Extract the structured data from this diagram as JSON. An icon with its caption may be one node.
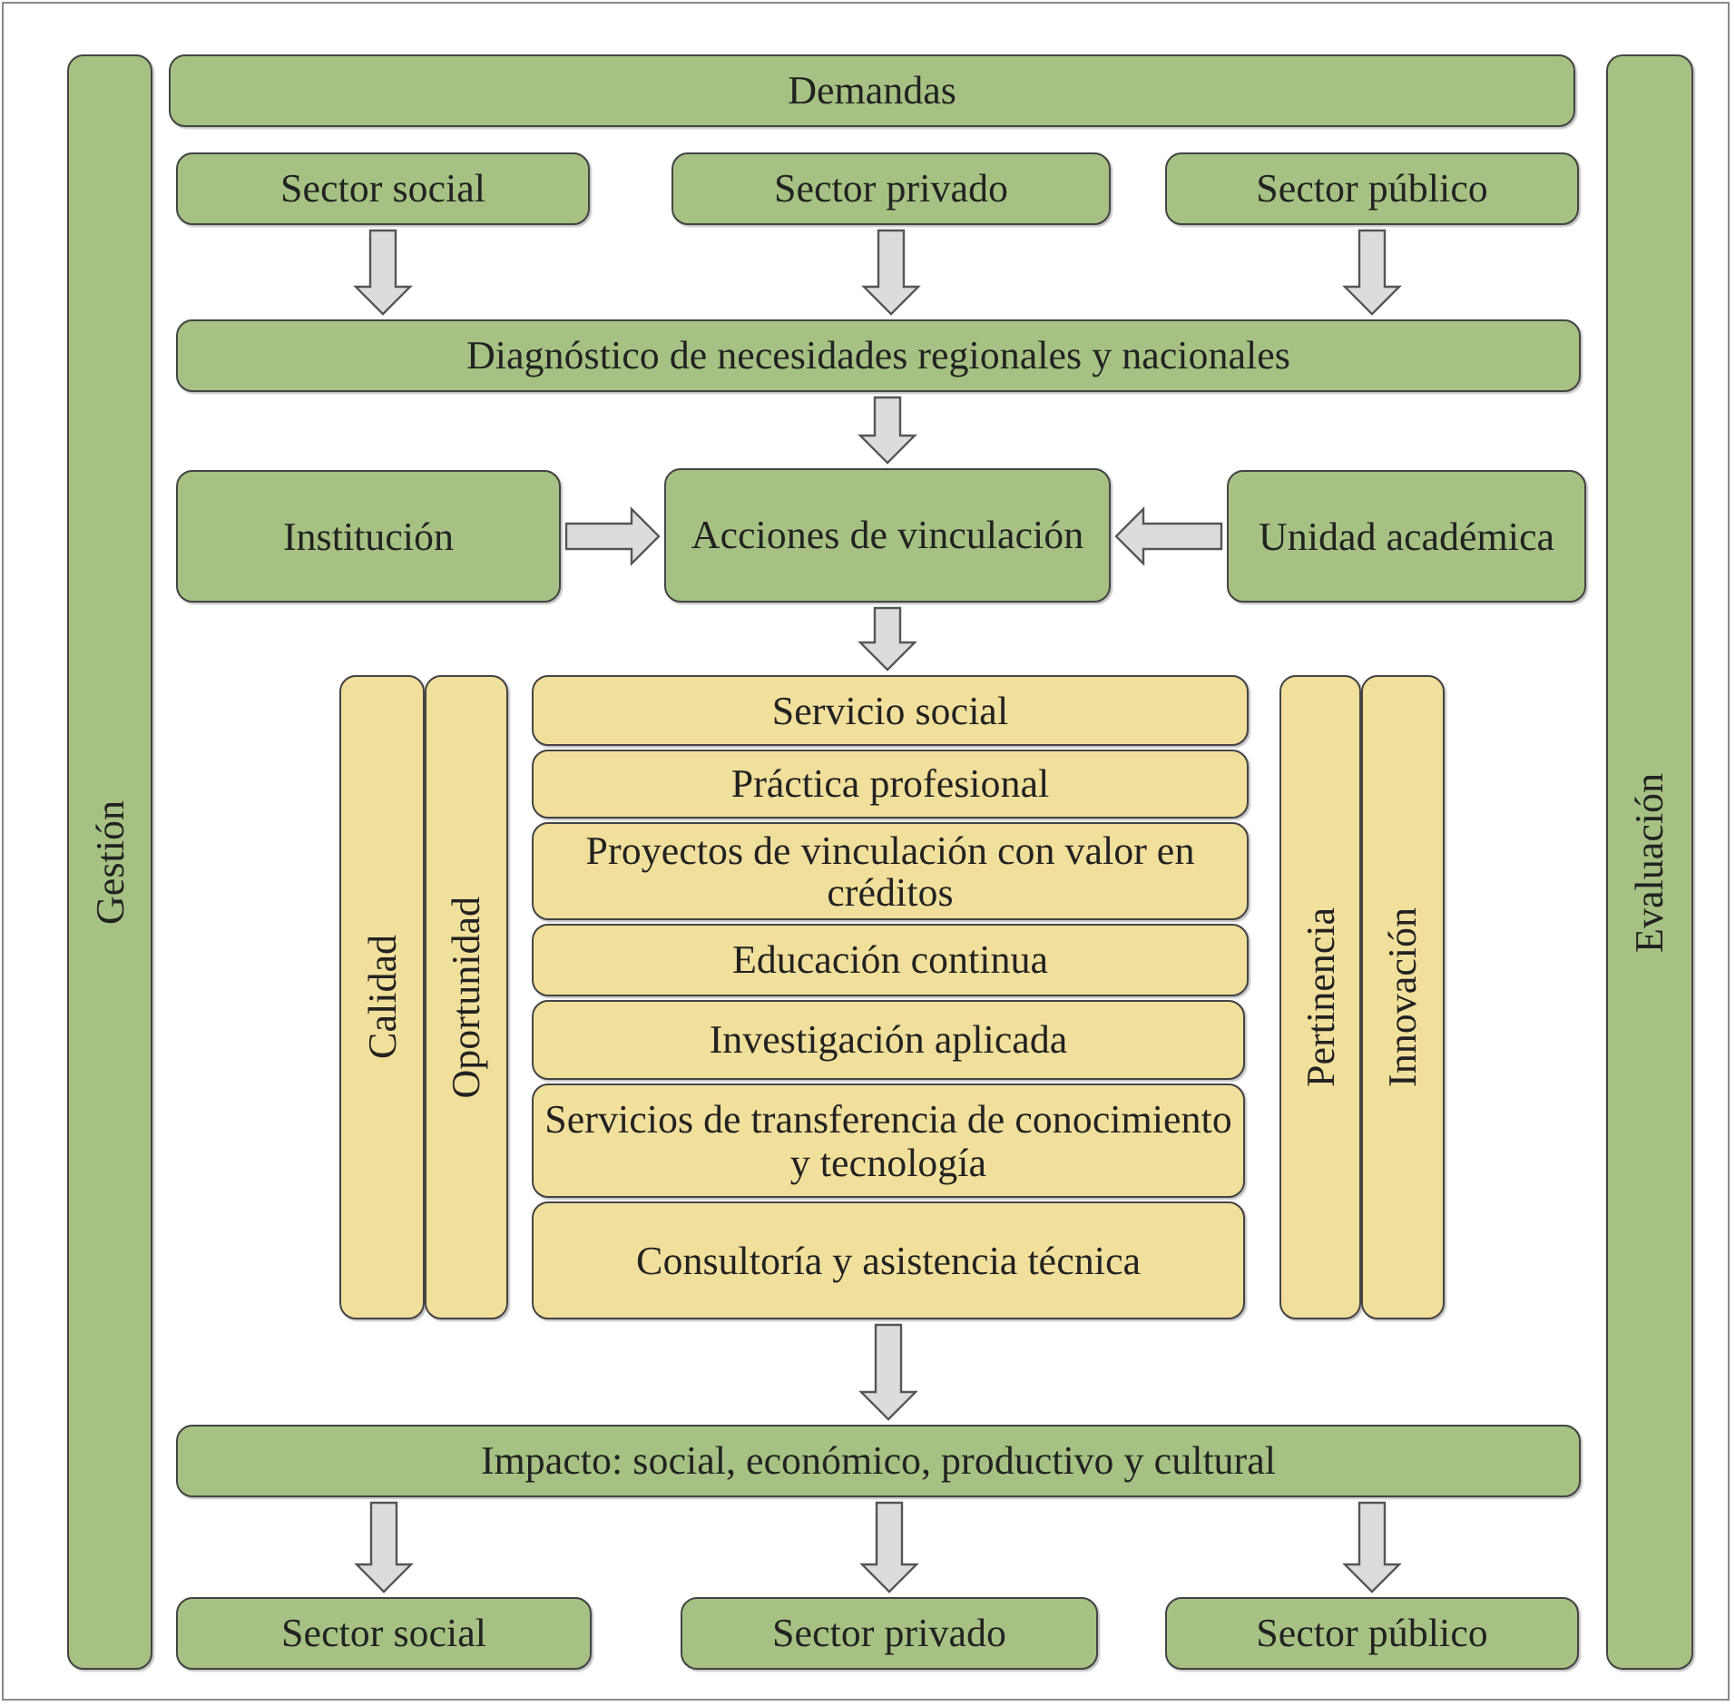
{
  "diagram": {
    "nodes": [
      {
        "text": [
          "Gestión"
        ]
      },
      {
        "text": [
          "Demandas"
        ]
      },
      {
        "text": [
          "Sector social"
        ]
      },
      {
        "text": [
          "Sector privado"
        ]
      },
      {
        "text": [
          "Sector público"
        ]
      },
      {
        "text": [
          "Diagnóstico de necesidades regionales y nacionales"
        ]
      },
      {
        "text": [
          "Institución"
        ]
      },
      {
        "text": [
          "Acciones de vinculación"
        ]
      },
      {
        "text": [
          "Unidad académica"
        ]
      },
      {
        "text": [
          "Calidad"
        ]
      },
      {
        "text": [
          "Oportunidad"
        ]
      },
      {
        "text": [
          "Servicio social"
        ]
      },
      {
        "text": [
          "Práctica profesional"
        ]
      },
      {
        "text": [
          "Proyectos de vinculación con valor en créditos"
        ]
      },
      {
        "text": [
          "Educación continua"
        ]
      },
      {
        "text": [
          "Investigación aplicada"
        ]
      },
      {
        "text": [
          "Servicios de transferencia de conocimiento y tecnología"
        ]
      },
      {
        "text": [
          "Consultoría y asistencia técnica"
        ]
      },
      {
        "text": [
          "Pertinencia"
        ]
      },
      {
        "text": [
          "Innovación"
        ]
      },
      {
        "text": [
          "Impacto: social, económico, productivo y cultural"
        ]
      },
      {
        "text": [
          "Sector social"
        ]
      },
      {
        "text": [
          "Sector privado"
        ]
      },
      {
        "text": [
          "Sector público"
        ]
      },
      {
        "text": [
          "Evaluación"
        ]
      }
    ],
    "edges": [
      {
        "from": 2,
        "to": 5,
        "arrow": "to"
      },
      {
        "from": 3,
        "to": 5,
        "arrow": "to"
      },
      {
        "from": 4,
        "to": 5,
        "arrow": "to"
      },
      {
        "from": 5,
        "to": 7,
        "arrow": "to"
      },
      {
        "from": 6,
        "to": 7,
        "arrow": "to"
      },
      {
        "from": 8,
        "to": 7,
        "arrow": "to"
      },
      {
        "from": 7,
        "to": 11,
        "arrow": "to"
      },
      {
        "from": 17,
        "to": 20,
        "arrow": "to"
      },
      {
        "from": 20,
        "to": 21,
        "arrow": "to"
      },
      {
        "from": 20,
        "to": 22,
        "arrow": "to"
      },
      {
        "from": 20,
        "to": 23,
        "arrow": "to"
      }
    ]
  }
}
